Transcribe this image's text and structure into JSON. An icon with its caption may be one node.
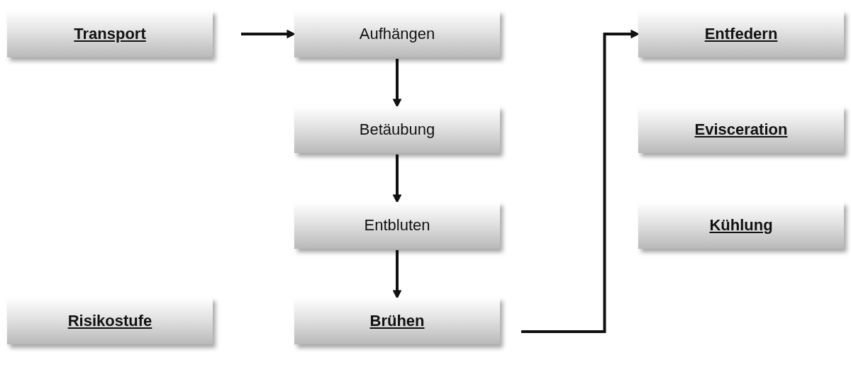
{
  "diagram": {
    "nodes": [
      {
        "text": [
          "**Transport**"
        ]
      },
      {
        "text": [
          "Aufhängen"
        ]
      },
      {
        "text": [
          "Betäubung"
        ]
      },
      {
        "text": [
          "Entbluten"
        ]
      },
      {
        "text": [
          "**Brühen**"
        ]
      },
      {
        "text": [
          "**Entfedern**"
        ]
      },
      {
        "text": [
          "**Evisceration**"
        ]
      },
      {
        "text": [
          "**Kühlung**"
        ]
      },
      {
        "text": [
          "**Risikostufe**"
        ]
      }
    ],
    "edges": [
      {
        "from": 0,
        "to": 1,
        "arrow": "to"
      },
      {
        "from": 1,
        "to": 2,
        "arrow": "to"
      },
      {
        "from": 2,
        "to": 3,
        "arrow": "to"
      },
      {
        "from": 3,
        "to": 4,
        "arrow": "to"
      },
      {
        "from": 4,
        "to": 5,
        "arrow": "to"
      }
    ]
  }
}
